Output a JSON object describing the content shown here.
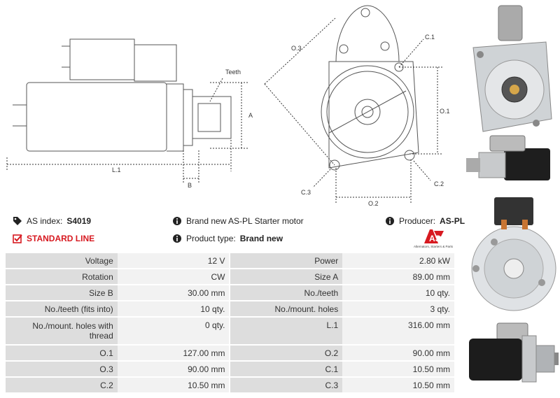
{
  "diagram": {
    "label_teeth": "Teeth",
    "label_a": "A",
    "label_b": "B",
    "label_l1": "L.1",
    "label_o1": "O.1",
    "label_o2": "O.2",
    "label_o3": "O.3",
    "label_c1": "C.1",
    "label_c2": "C.2",
    "label_c3": "C.3"
  },
  "info": {
    "as_index_label": "AS index:",
    "as_index_value": "S4019",
    "standard_line": "STANDARD LINE",
    "description": "Brand new AS-PL Starter motor",
    "product_type_label": "Product type:",
    "product_type_value": "Brand new",
    "producer_label": "Producer:",
    "producer_value": "AS-PL"
  },
  "logo": {
    "text": "AS",
    "tagline": "Alternators, Starters & Parts"
  },
  "specs": [
    {
      "k1": "Voltage",
      "v1": "12 V",
      "k2": "Power",
      "v2": "2.80 kW"
    },
    {
      "k1": "Rotation",
      "v1": "CW",
      "k2": "Size A",
      "v2": "89.00 mm"
    },
    {
      "k1": "Size B",
      "v1": "30.00 mm",
      "k2": "No./teeth",
      "v2": "10 qty."
    },
    {
      "k1": "No./teeth (fits into)",
      "v1": "10 qty.",
      "k2": "No./mount. holes",
      "v2": "3 qty."
    },
    {
      "k1": "No./mount. holes with thread",
      "v1": "0 qty.",
      "k2": "L.1",
      "v2": "316.00 mm"
    },
    {
      "k1": "O.1",
      "v1": "127.00 mm",
      "k2": "O.2",
      "v2": "90.00 mm"
    },
    {
      "k1": "O.3",
      "v1": "90.00 mm",
      "k2": "C.1",
      "v2": "10.50 mm"
    },
    {
      "k1": "C.2",
      "v1": "10.50 mm",
      "k2": "C.3",
      "v2": "10.50 mm"
    }
  ],
  "colors": {
    "accent_red": "#d71920",
    "key_cell": "#dddddd",
    "value_cell": "#f2f2f2"
  }
}
